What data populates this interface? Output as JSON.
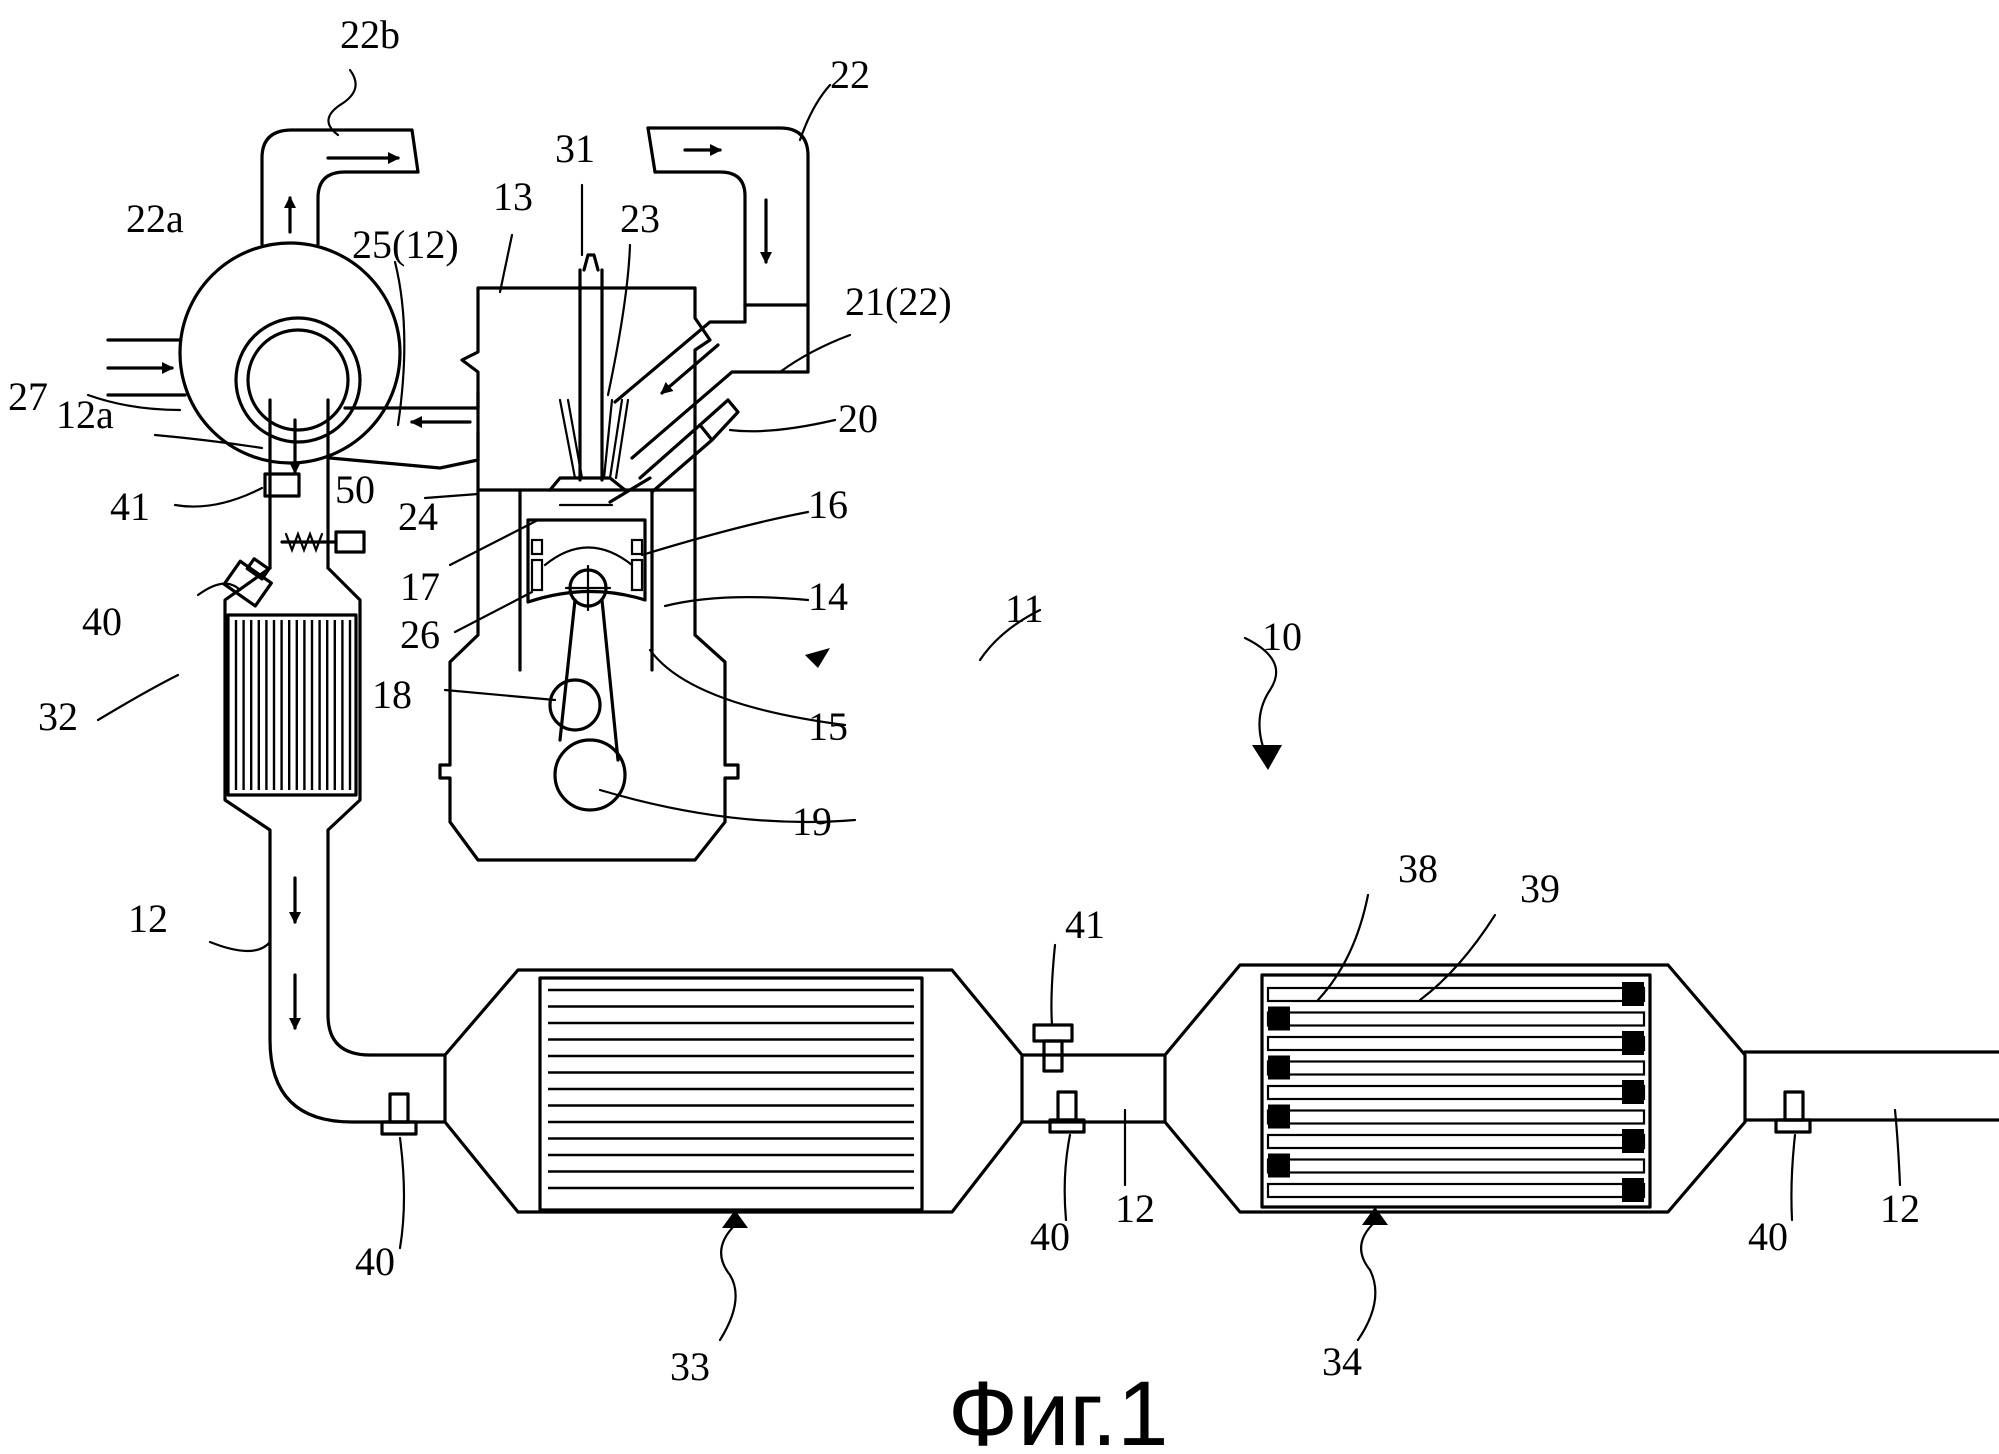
{
  "caption": "Фиг.1",
  "labels": {
    "l22b": "22b",
    "l22": "22",
    "l31": "31",
    "l13": "13",
    "l23": "23",
    "l22a": "22a",
    "l25_12": "25(12)",
    "l21_22": "21(22)",
    "l27": "27",
    "l12a": "12a",
    "l20": "20",
    "l41a": "41",
    "l50": "50",
    "l24": "24",
    "l16": "16",
    "l17": "17",
    "l26": "26",
    "l14": "14",
    "l40a": "40",
    "l11": "11",
    "l10": "10",
    "l32": "32",
    "l18": "18",
    "l15": "15",
    "l19": "19",
    "l12b": "12",
    "l38": "38",
    "l39": "39",
    "l41b": "41",
    "l40b": "40",
    "l40c": "40",
    "l12c": "12",
    "l40d": "40",
    "l12d": "12",
    "l33": "33",
    "l34": "34"
  }
}
